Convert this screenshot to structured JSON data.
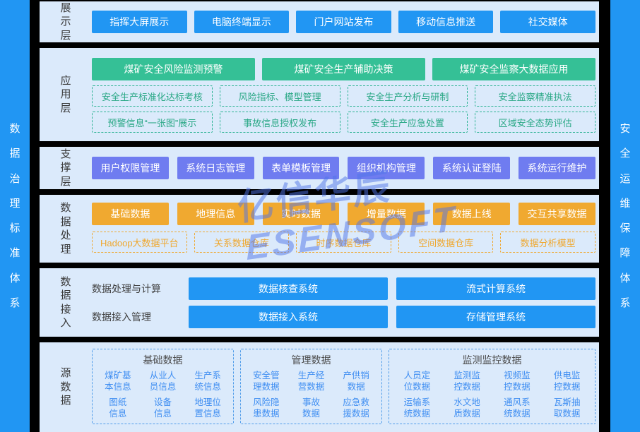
{
  "palette": {
    "background": "#000000",
    "strip_blue": "#2196f3",
    "panel_bg": "#dbeafb",
    "button_blue": "#2196f3",
    "button_green": "#35c096",
    "button_purple": "#6f7cf0",
    "button_orange": "#f0a930",
    "dashed_green": "#2cb393",
    "dashed_orange": "#efa830",
    "source_border": "#4f9ce9",
    "source_item_text": "#3f8ef2",
    "watermark": "rgba(80,115,232,0.5)"
  },
  "left_banner": "数据治理标准体系",
  "right_banner": "安全运维保障体系",
  "watermark": {
    "cn": "亿信华辰",
    "en": "ESENSOFT"
  },
  "layers": {
    "display": {
      "label": "展示层",
      "buttons": [
        "指挥大屏展示",
        "电脑终端显示",
        "门户网站发布",
        "移动信息推送",
        "社交媒体"
      ]
    },
    "application": {
      "label": "应用层",
      "primary": [
        "煤矿安全风险监测预警",
        "煤矿安全生产辅助决策",
        "煤矿安全监察大数据应用"
      ],
      "secondary_row1": [
        "安全生产标准化达标考核",
        "风险指标、模型管理",
        "安全生产分析与研制",
        "安全监察精准执法"
      ],
      "secondary_row2": [
        "预警信息“一张图”展示",
        "事故信息授权发布",
        "安全生产应急处置",
        "区域安全态势评估"
      ]
    },
    "support": {
      "label": "支撑层",
      "buttons": [
        "用户权限管理",
        "系统日志管理",
        "表单模板管理",
        "组织机构管理",
        "系统认证登陆",
        "系统运行维护"
      ]
    },
    "processing": {
      "label": "数据处理",
      "solid": [
        "基础数据",
        "地理信息",
        "实时数据",
        "增量数据",
        "数据上线",
        "交互共享数据"
      ],
      "dashed": [
        "Hadoop大数据平台",
        "关系数据仓库",
        "时序数据仓库",
        "空间数据仓库",
        "数据分析模型"
      ]
    },
    "access": {
      "label": "数据接入",
      "rows": [
        {
          "name": "数据处理与计算",
          "buttons": [
            "数据核查系统",
            "流式计算系统"
          ]
        },
        {
          "name": "数据接入管理",
          "buttons": [
            "数据接入系统",
            "存储管理系统"
          ]
        }
      ]
    },
    "source": {
      "label": "源数据",
      "groups": [
        {
          "title": "基础数据",
          "items": [
            "煤矿基\n本信息",
            "从业人\n员信息",
            "生产系\n统信息",
            "图纸\n信息",
            "设备\n信息",
            "地理位\n置信息"
          ]
        },
        {
          "title": "管理数据",
          "items": [
            "安全管\n理数据",
            "生产经\n营数据",
            "产供销\n数据",
            "风险隐\n患数据",
            "事故\n数据",
            "应急救\n援数据"
          ]
        },
        {
          "title": "监测监控数据",
          "items": [
            "人员定\n位数据",
            "监测监\n控数据",
            "视频监\n控数据",
            "供电监\n控数据",
            "运输系\n统数据",
            "水文地\n质数据",
            "通风系\n统数据",
            "瓦斯抽\n取数据"
          ]
        }
      ]
    }
  }
}
